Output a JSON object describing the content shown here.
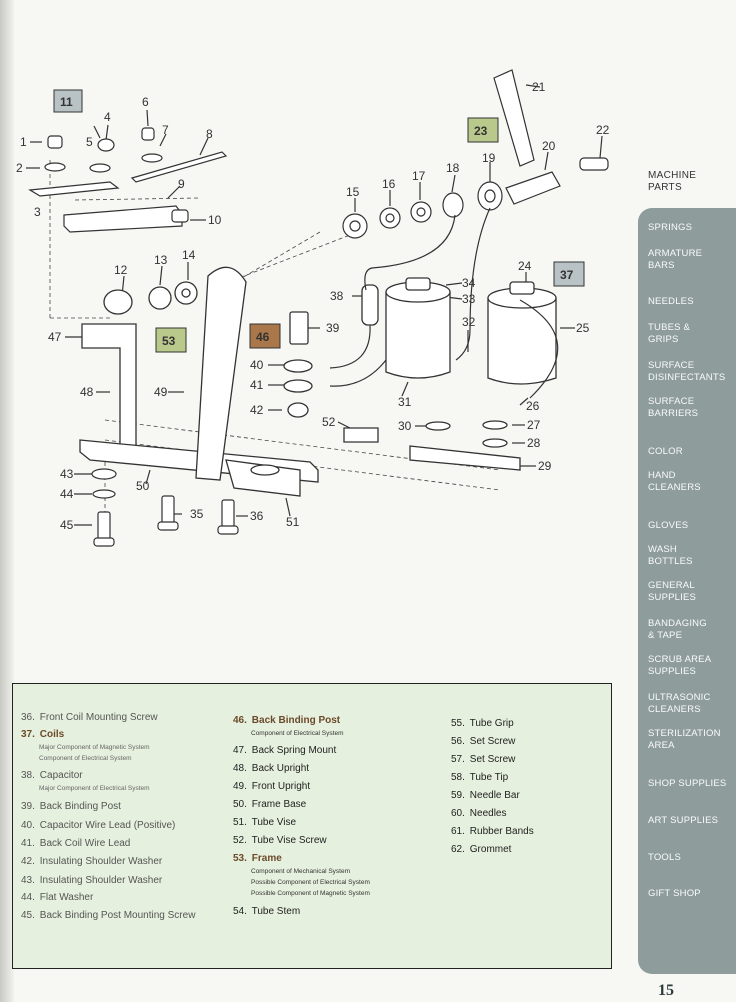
{
  "callouts": {
    "c11": "11",
    "c23": "23",
    "c37": "37",
    "c46": "46",
    "c53": "53"
  },
  "diagram_labels": {
    "l1": "1",
    "l2": "2",
    "l3": "3",
    "l4": "4",
    "l5": "5",
    "l6": "6",
    "l7": "7",
    "l8": "8",
    "l9": "9",
    "l10": "10",
    "l12": "12",
    "l13": "13",
    "l14": "14",
    "l15": "15",
    "l16": "16",
    "l17": "17",
    "l18": "18",
    "l19": "19",
    "l20": "20",
    "l21": "21",
    "l22": "22",
    "l24": "24",
    "l25": "25",
    "l26": "26",
    "l27": "27",
    "l28": "28",
    "l29": "29",
    "l30": "30",
    "l31": "31",
    "l32": "32",
    "l33": "33",
    "l34": "34",
    "l35": "35",
    "l36": "36",
    "l38": "38",
    "l39": "39",
    "l40": "40",
    "l41": "41",
    "l42": "42",
    "l43": "43",
    "l44": "44",
    "l45": "45",
    "l47": "47",
    "l48": "48",
    "l49": "49",
    "l50": "50",
    "l51": "51",
    "l52": "52"
  },
  "sidebar": {
    "title": "MACHINE\nPARTS",
    "items": [
      {
        "label": "SPRINGS"
      },
      {
        "label": "ARMATURE\nBARS"
      },
      {
        "label": "NEEDLES"
      },
      {
        "label": "TUBES &\nGRIPS"
      },
      {
        "label": "SURFACE\nDISINFECTANTS"
      },
      {
        "label": "SURFACE\nBARRIERS"
      },
      {
        "label": "COLOR"
      },
      {
        "label": "HAND\nCLEANERS"
      },
      {
        "label": "GLOVES"
      },
      {
        "label": "WASH\nBOTTLES"
      },
      {
        "label": "GENERAL\nSUPPLIES"
      },
      {
        "label": "BANDAGING\n& TAPE"
      },
      {
        "label": "SCRUB AREA\nSUPPLIES"
      },
      {
        "label": "ULTRASONIC\nCLEANERS"
      },
      {
        "label": "STERILIZATION\nAREA"
      },
      {
        "label": "SHOP SUPPLIES"
      },
      {
        "label": "ART SUPPLIES"
      },
      {
        "label": "TOOLS"
      },
      {
        "label": "GIFT SHOP"
      }
    ]
  },
  "legend": {
    "col1": [
      {
        "num": "36.",
        "text": "Front Coil Mounting Screw"
      },
      {
        "num": "37.",
        "text": "Coils",
        "subs": [
          "Major Component of Magnetic System",
          "Component of Electrical System"
        ]
      },
      {
        "num": "38.",
        "text": "Capacitor",
        "subs": [
          "Major Component of Electrical System"
        ]
      },
      {
        "num": "39.",
        "text": "Back Binding Post"
      },
      {
        "num": "40.",
        "text": "Capacitor Wire Lead (Positive)"
      },
      {
        "num": "41.",
        "text": "Back Coil Wire Lead"
      },
      {
        "num": "42.",
        "text": "Insulating Shoulder Washer"
      },
      {
        "num": "43.",
        "text": "Insulating Shoulder Washer"
      },
      {
        "num": "44.",
        "text": "Flat Washer"
      },
      {
        "num": "45.",
        "text": "Back Binding Post Mounting Screw"
      }
    ],
    "col2": [
      {
        "num": "46.",
        "text": "Back Binding Post",
        "subs": [
          "Component of Electrical System"
        ]
      },
      {
        "num": "47.",
        "text": "Back Spring Mount"
      },
      {
        "num": "48.",
        "text": "Back Upright"
      },
      {
        "num": "49.",
        "text": "Front Upright"
      },
      {
        "num": "50.",
        "text": "Frame Base"
      },
      {
        "num": "51.",
        "text": "Tube Vise"
      },
      {
        "num": "52.",
        "text": "Tube Vise Screw"
      },
      {
        "num": "53.",
        "text": "Frame",
        "subs": [
          "Component of Mechanical System",
          "Possible Component of Electrical System",
          "Possible Component of Magnetic System"
        ]
      },
      {
        "num": "54.",
        "text": "Tube Stem"
      }
    ],
    "col3": [
      {
        "num": "55.",
        "text": "Tube Grip"
      },
      {
        "num": "56.",
        "text": "Set Screw"
      },
      {
        "num": "57.",
        "text": "Set Screw"
      },
      {
        "num": "58.",
        "text": "Tube Tip"
      },
      {
        "num": "59.",
        "text": "Needle Bar"
      },
      {
        "num": "60.",
        "text": "Needles"
      },
      {
        "num": "61.",
        "text": "Rubber Bands"
      },
      {
        "num": "62.",
        "text": "Grommet"
      }
    ]
  },
  "page_number": "15",
  "colors": {
    "sidebar": "#8e9c9c",
    "legend_bg": "#e6f0de",
    "callout_grey": "#b9c3c6",
    "callout_green": "#b9c98c",
    "callout_brown": "#a9774a"
  }
}
